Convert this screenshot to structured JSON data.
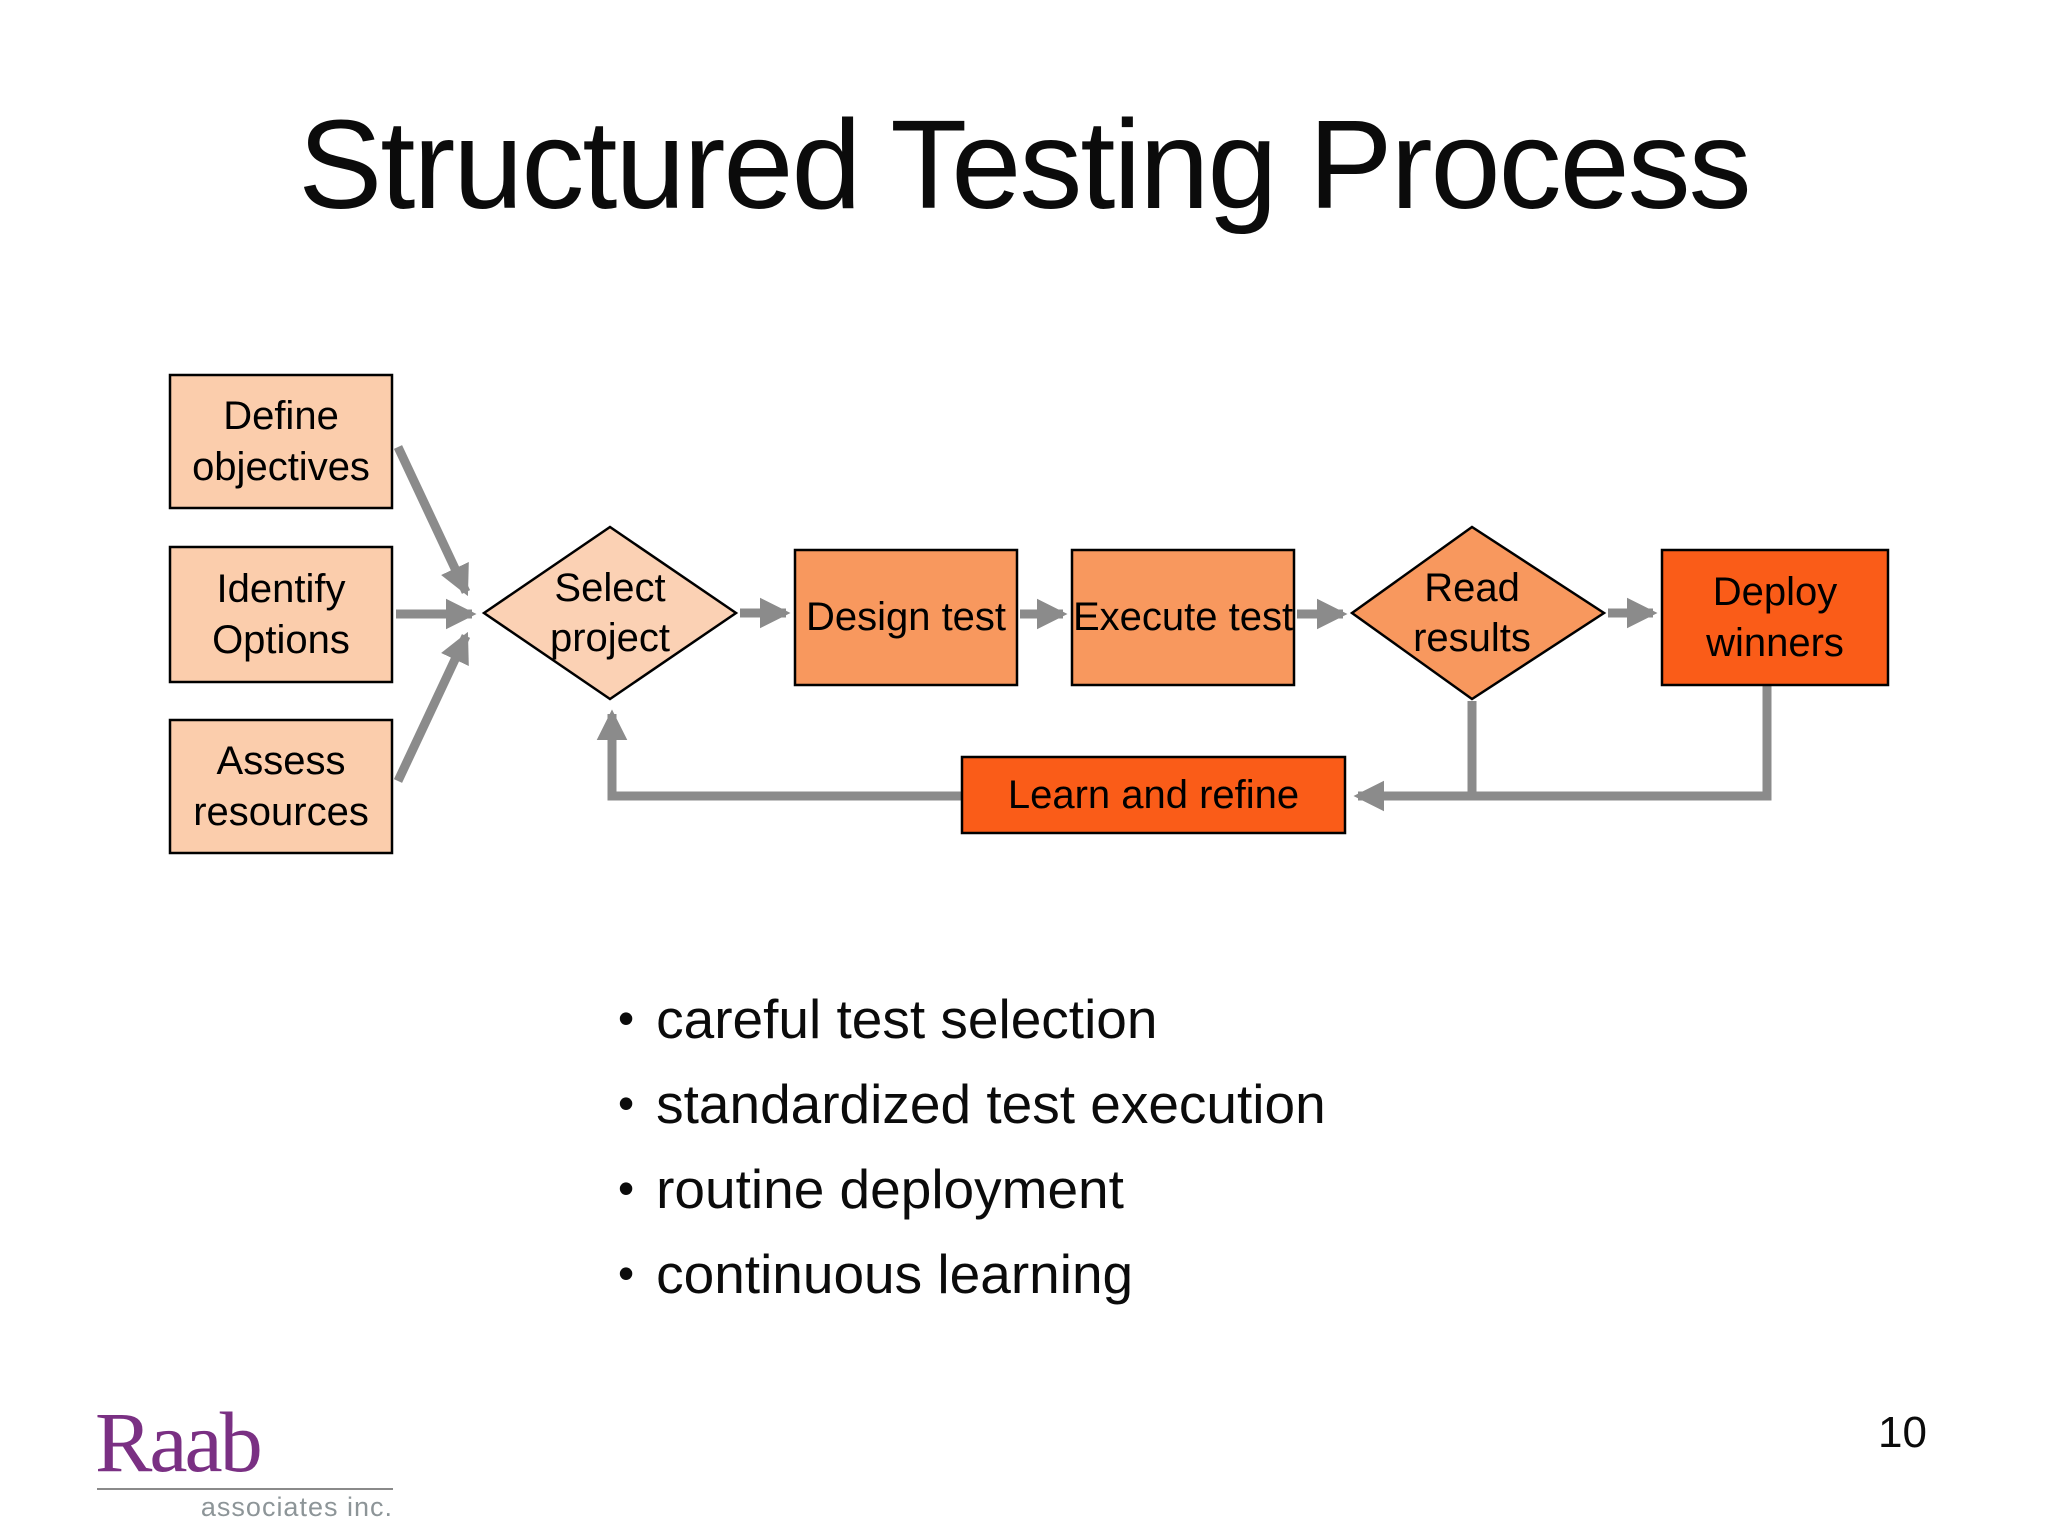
{
  "slide": {
    "title": "Structured Testing Process",
    "page_number": "10"
  },
  "flowchart": {
    "nodes": {
      "define_objectives": {
        "label": "Define objectives",
        "shape": "rectangle",
        "fill": "#FBCDAC"
      },
      "identify_options": {
        "label": "Identify Options",
        "shape": "rectangle",
        "fill": "#FBCDAC"
      },
      "assess_resources": {
        "label": "Assess resources",
        "shape": "rectangle",
        "fill": "#FBCDAC"
      },
      "select_project": {
        "label": "Select project",
        "shape": "diamond",
        "fill": "#FBD1B4"
      },
      "design_test": {
        "label": "Design test",
        "shape": "rectangle",
        "fill": "#F8985E"
      },
      "execute_test": {
        "label": "Execute test",
        "shape": "rectangle",
        "fill": "#F8985E"
      },
      "read_results": {
        "label": "Read results",
        "shape": "diamond",
        "fill": "#F8985E"
      },
      "deploy_winners": {
        "label": "Deploy winners",
        "shape": "rectangle",
        "fill": "#FA5C18"
      },
      "learn_and_refine": {
        "label": "Learn and refine",
        "shape": "rectangle",
        "fill": "#FA5C18"
      }
    },
    "connector_color": "#8B8B8B",
    "border_color": "#000000"
  },
  "bullets": [
    "careful test selection",
    "standardized test execution",
    "routine deployment",
    "continuous learning"
  ],
  "logo": {
    "name": "Raab",
    "subtitle": "associates inc.",
    "name_color": "#7A3083",
    "subtitle_color": "#8D9598"
  }
}
